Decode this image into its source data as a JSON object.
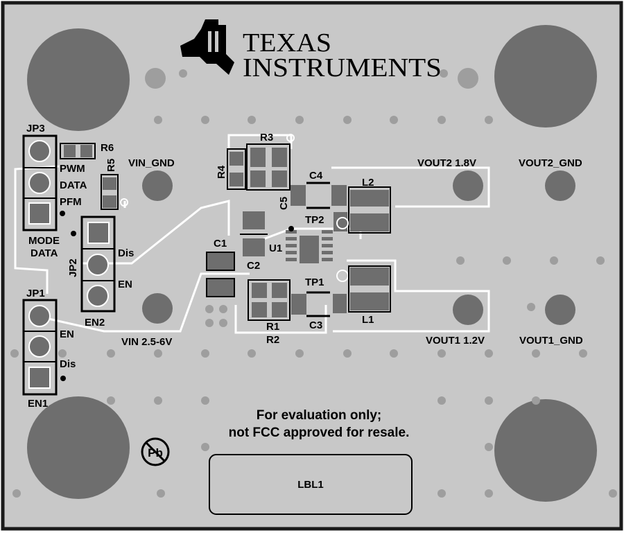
{
  "brand": {
    "line1": "TEXAS",
    "line2": "INSTRUMENTS"
  },
  "notice": {
    "line1": "For evaluation only;",
    "line2": "not FCC approved for resale."
  },
  "label_area": "LBL1",
  "pb_symbol": "Pb",
  "connectors": {
    "jp3": "JP3",
    "jp2": "JP2",
    "jp1": "JP1",
    "pwm": "PWM",
    "data": "DATA",
    "pfm": "PFM",
    "mode": "MODE",
    "mode_data": "DATA",
    "jp2_dis": "Dis",
    "jp2_en": "EN",
    "en2": "EN2",
    "jp1_en": "EN",
    "jp1_dis": "Dis",
    "en1": "EN1"
  },
  "components": {
    "r6": "R6",
    "r5": "R5",
    "r4": "R4",
    "r3": "R3",
    "c5": "C5",
    "c4": "C4",
    "l2": "L2",
    "tp2": "TP2",
    "c1": "C1",
    "c2": "C2",
    "u1": "U1",
    "tp1": "TP1",
    "r1": "R1",
    "r2": "R2",
    "c3": "C3",
    "l1": "L1"
  },
  "terminals": {
    "vin_gnd": "VIN_GND",
    "vin": "VIN 2.5-6V",
    "vout2": "VOUT2 1.8V",
    "vout2_gnd": "VOUT2_GND",
    "vout1": "VOUT1 1.2V",
    "vout1_gnd": "VOUT1_GND"
  },
  "colors": {
    "board": "#c8c8c8",
    "pad": "#6e6e6e",
    "trace": "#ffffff",
    "silk": "#000000"
  },
  "icons": [
    "ti-logo-icon",
    "lead-free-icon"
  ]
}
